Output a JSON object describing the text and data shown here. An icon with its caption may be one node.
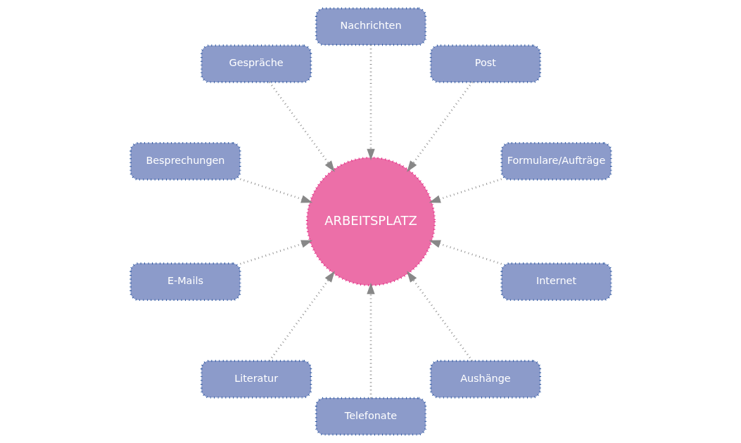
{
  "diagram": {
    "nodes": [
      {
        "text": [
          "Formulare/Aufträge"
        ]
      },
      {
        "text": [
          "Post"
        ]
      },
      {
        "text": [
          "Nachrichten"
        ]
      },
      {
        "text": [
          "Gespräche"
        ]
      },
      {
        "text": [
          "ARBEITSPLATZ"
        ]
      },
      {
        "text": [
          "Besprechungen"
        ]
      },
      {
        "text": [
          "E-Mails"
        ]
      },
      {
        "text": [
          "Literatur"
        ]
      },
      {
        "text": [
          "Telefonate"
        ]
      },
      {
        "text": [
          "Aushänge"
        ]
      },
      {
        "text": [
          "Internet"
        ]
      }
    ],
    "edges": [
      {
        "from": 0,
        "to": 4,
        "arrow": "to"
      },
      {
        "from": 2,
        "to": 4,
        "arrow": "to"
      },
      {
        "from": 5,
        "to": 4,
        "arrow": "to"
      },
      {
        "from": 7,
        "to": 4,
        "arrow": "to"
      },
      {
        "from": 9,
        "to": 4,
        "arrow": "to"
      },
      {
        "from": 10,
        "to": 4,
        "arrow": "to"
      },
      {
        "from": 8,
        "to": 4,
        "arrow": "to"
      },
      {
        "from": 6,
        "to": 4,
        "arrow": "to"
      },
      {
        "from": 3,
        "to": 4,
        "arrow": "to"
      },
      {
        "from": 1,
        "to": 4,
        "arrow": "to"
      }
    ]
  }
}
